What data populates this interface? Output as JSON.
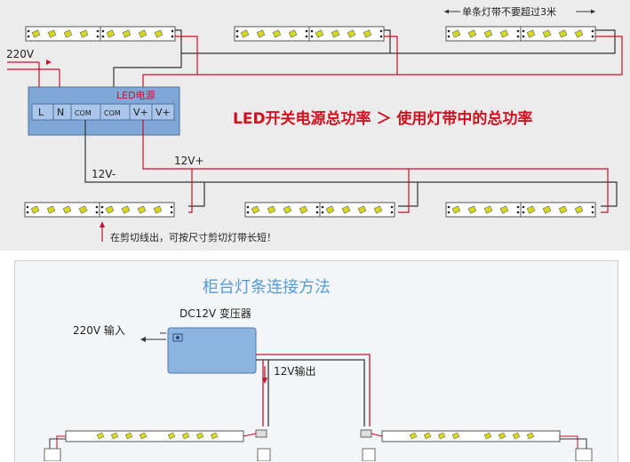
{
  "top": {
    "note_max_length": "单条灯带不要超过3米",
    "input_voltage": "220V",
    "psu_label": "LED电源",
    "terminals": [
      "L",
      "N",
      "COM",
      "COM",
      "V+",
      "V+"
    ],
    "positive_label": "12V+",
    "negative_label": "12V-",
    "headline": "LED开关电源总功率 ＞ 使用灯带中的总功率",
    "cut_note": "在剪切线出，可按尺寸剪切灯带长短！"
  },
  "bottom": {
    "title": "柜台灯条连接方法",
    "input_label": "220V 输入",
    "transformer_label": "DC12V 变压器",
    "output_label": "12V输出"
  },
  "colors": {
    "wire_red": "#c8102e",
    "wire_dark": "#333333",
    "psu_fill": "#7fa8d8",
    "adapter_fill": "#8cb4e0",
    "headline": "#d0101e",
    "title": "#5b9bd5"
  }
}
